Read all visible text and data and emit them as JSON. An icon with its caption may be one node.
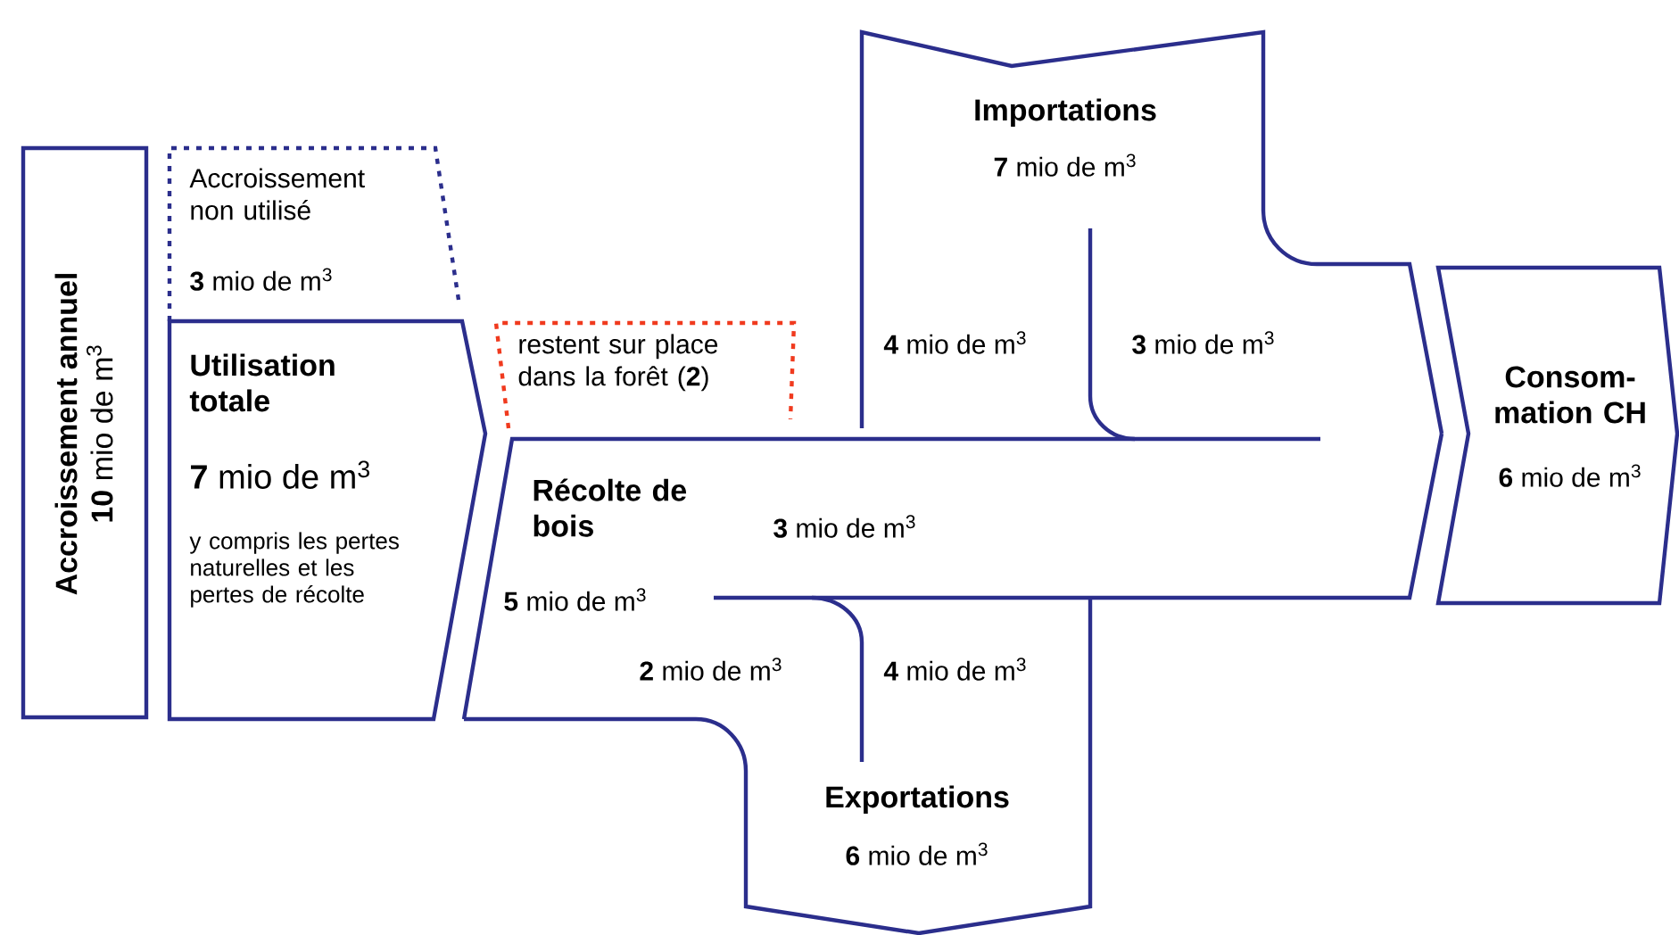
{
  "diagram": {
    "nodes": [
      {
        "text": [
          "Accroissement annuel",
          "**10** mio de m$^{3}$"
        ]
      },
      {
        "text": [
          "Accroissement non utilisé",
          "**3** mio de m$^{3}$"
        ]
      },
      {
        "text": [
          "Utilisation totale",
          "**7** mio de m$^{3}$",
          "y compris les pertes naturelles et les pertes de récolte"
        ]
      },
      {
        "text": [
          "restent sur place dans la forêt (**2**)"
        ]
      },
      {
        "text": [
          "Récolte de bois",
          "**5** mio de m$^{3}$"
        ]
      },
      {
        "text": [
          "Importations",
          "**7** mio de m$^{3}$"
        ]
      },
      {
        "text": [
          "Exportations",
          "**6** mio de m$^{3}$"
        ]
      },
      {
        "text": [
          "Consom- mation CH",
          "**6** mio de m$^{3}$"
        ]
      }
    ],
    "labels": [
      "**4** mio de m$^{3}$",
      "**3** mio de m$^{3}$",
      "**3** mio de m$^{3}$",
      "**2** mio de m$^{3}$",
      "**4** mio de m$^{3}$"
    ]
  }
}
